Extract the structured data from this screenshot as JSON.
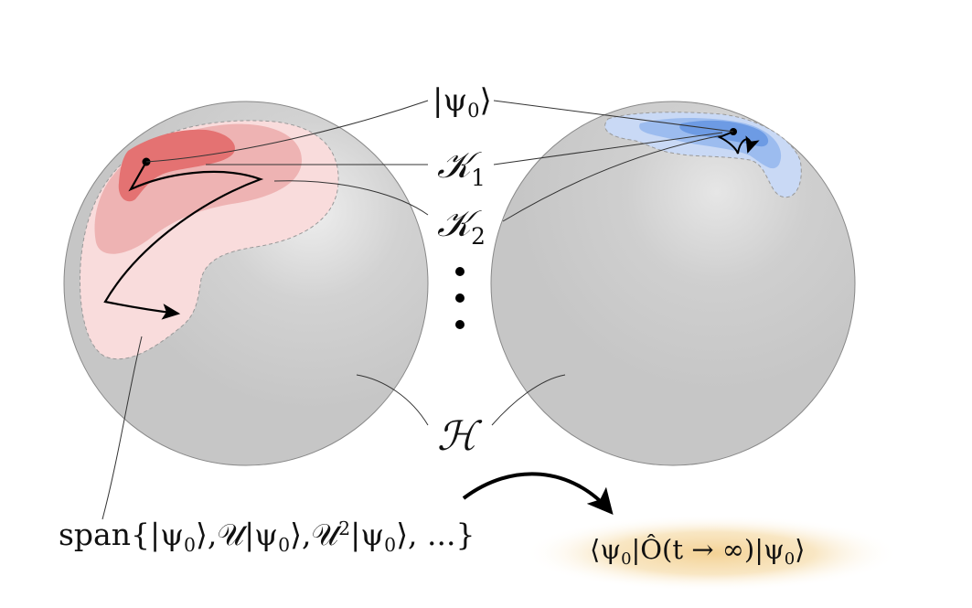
{
  "labels": {
    "psi0": {
      "pre": "|ψ",
      "sub": "0",
      "post": "⟩"
    },
    "k1": {
      "main": "𝒦",
      "sub": "1"
    },
    "k2": {
      "main": "𝒦",
      "sub": "2"
    },
    "ellipsis_dots": "⋮",
    "hilbert": "ℋ",
    "span": {
      "prefix": "span{|ψ",
      "s0": "0",
      "mid1": "⟩,𝒰|ψ",
      "s1": "0",
      "mid2": "⟩,𝒰",
      "sup": "2",
      "mid3": "|ψ",
      "s2": "0",
      "suffix": "⟩, ...}"
    },
    "expectation": {
      "pre": "⟨ψ",
      "s0": "0",
      "mid": "|Ô(t → ∞)|ψ",
      "s1": "0",
      "post": "⟩"
    }
  },
  "colors": {
    "sphere": "#c8c8c8",
    "red_light": "#f9dcdc",
    "red_mid": "#eeb3b3",
    "red_dark": "#e47272",
    "blue_light": "#c9d9f5",
    "blue_mid": "#9cbcef",
    "blue_dark": "#6d9be4",
    "glow": "#f3cf8f"
  }
}
